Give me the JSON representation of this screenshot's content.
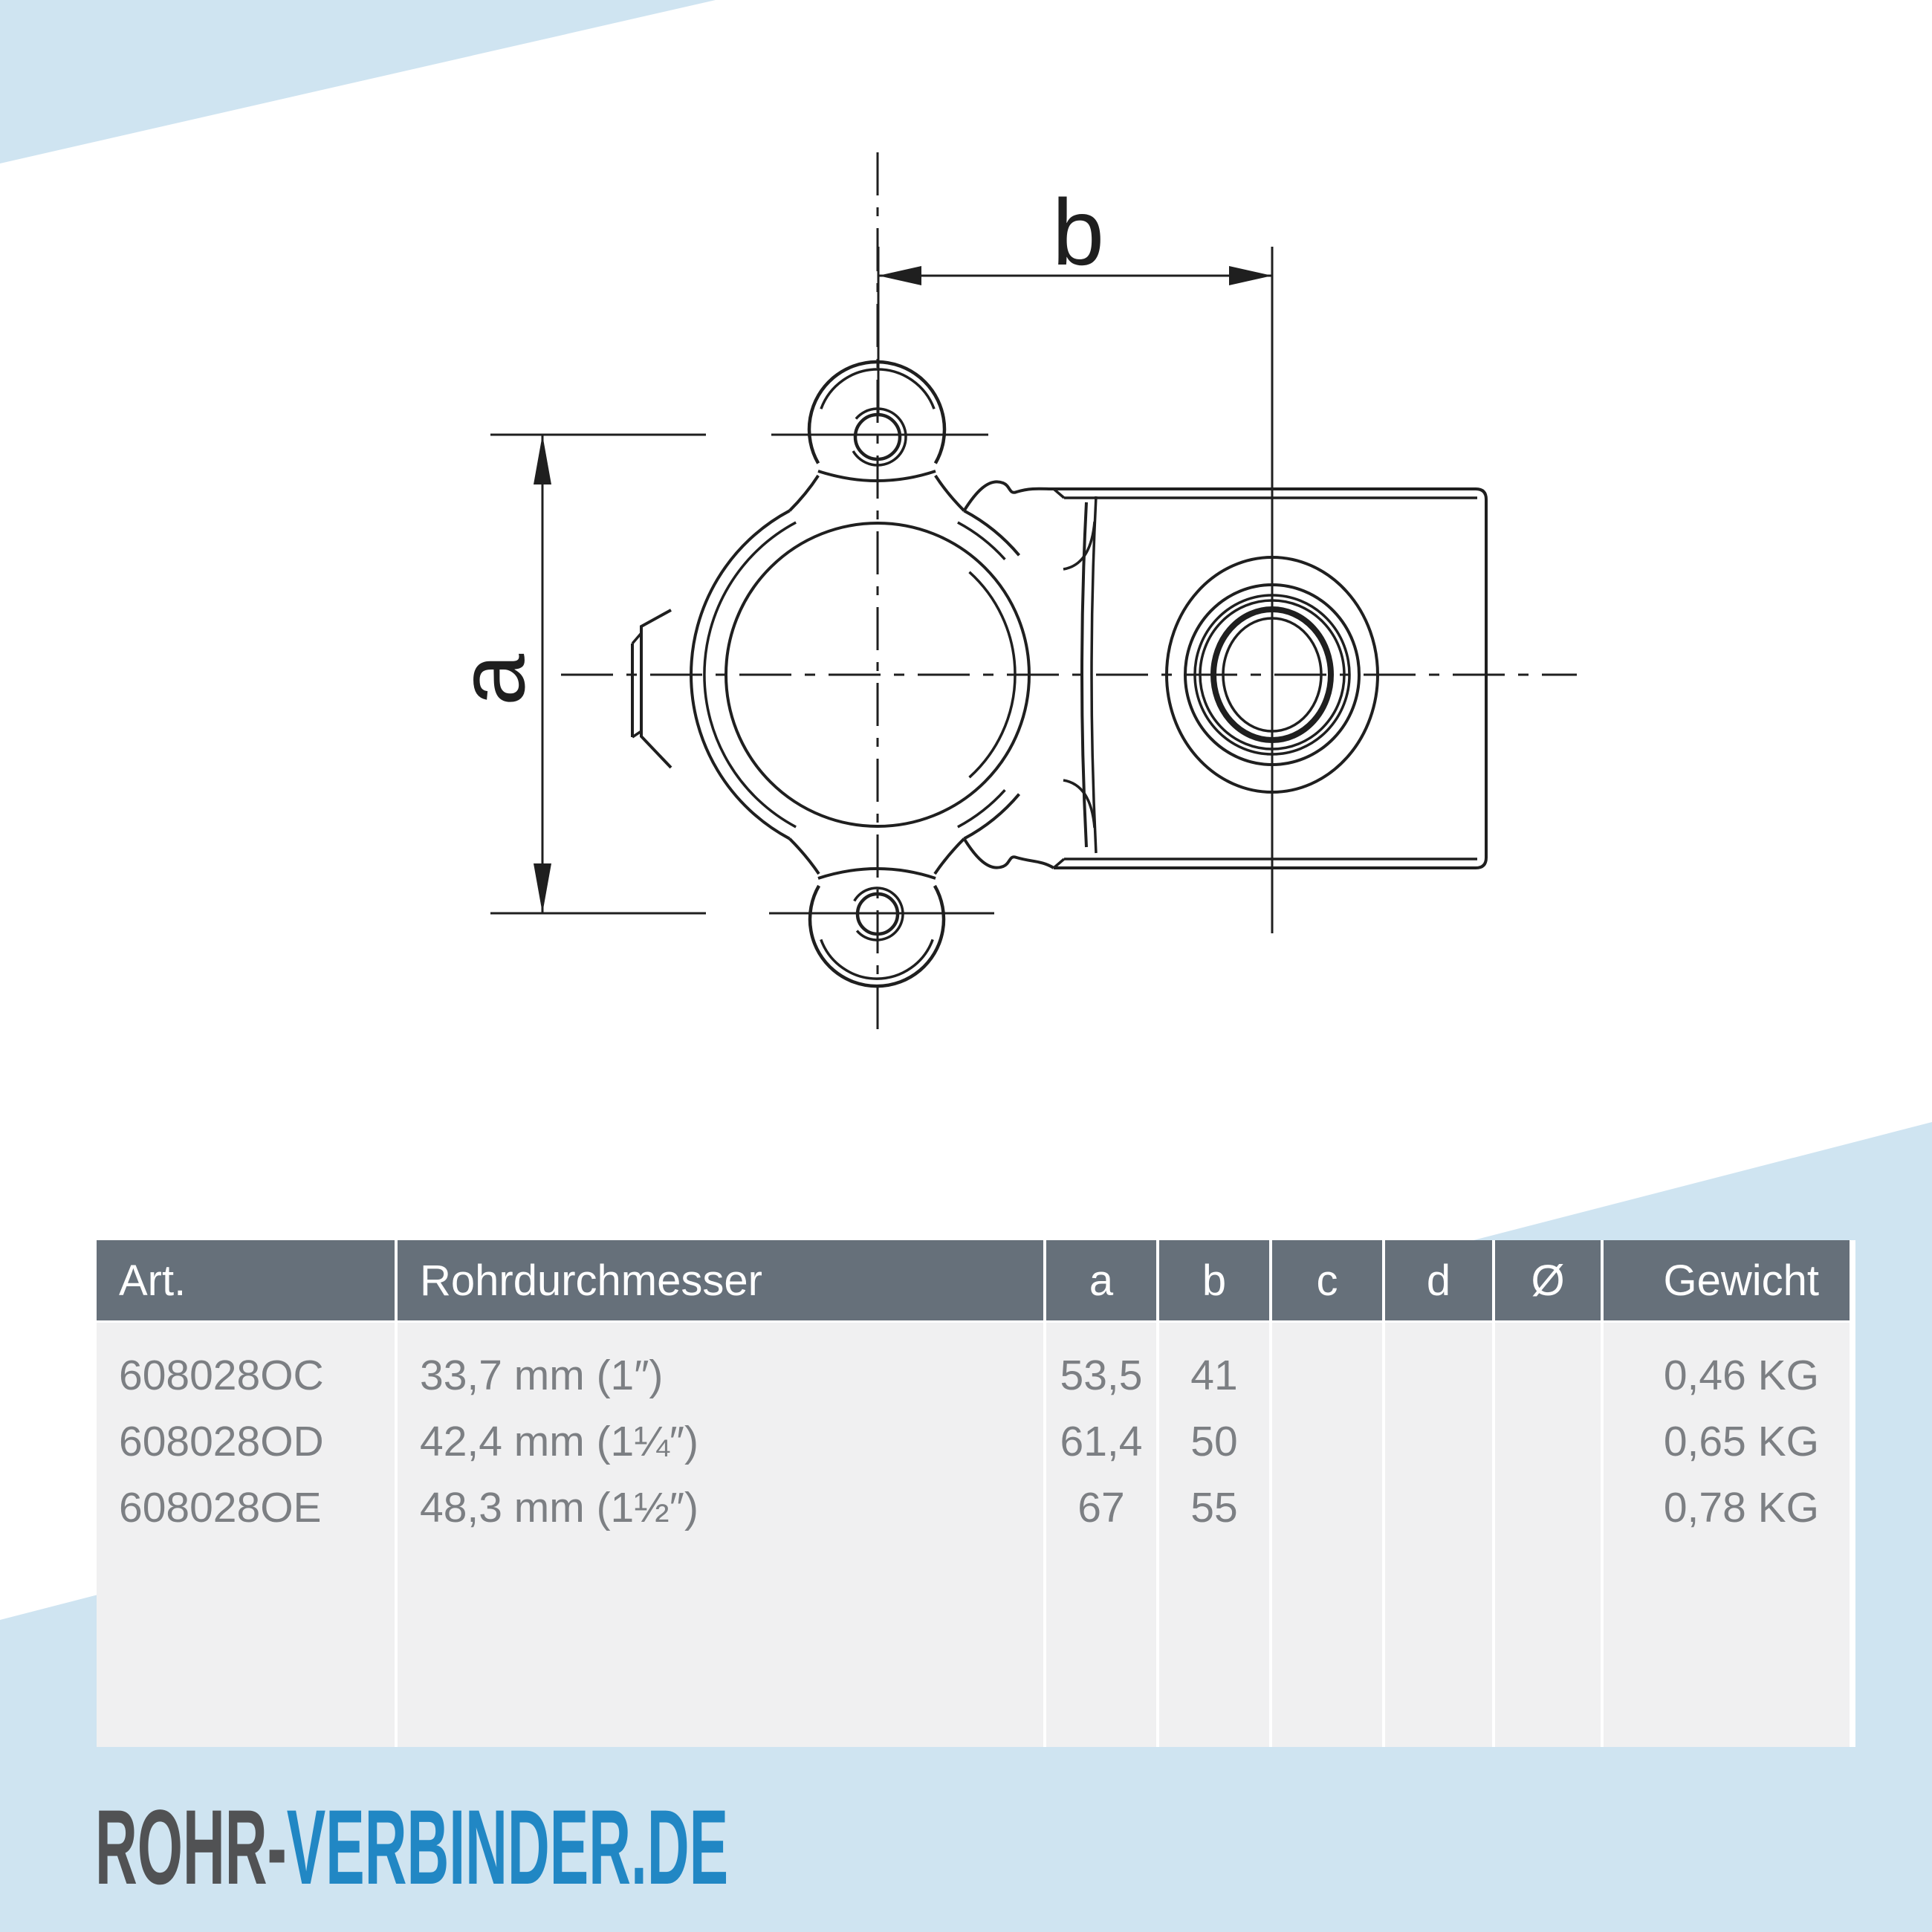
{
  "page": {
    "background": "#ffffff",
    "accent_band_color": "#cfe4f1"
  },
  "drawing": {
    "labels": {
      "a": "a",
      "b": "b"
    },
    "line_color": "#1f1f1f"
  },
  "table": {
    "header_bg": "#66707a",
    "header_text_color": "#ffffff",
    "body_bg": "#f0f0f1",
    "body_text_color": "#7c7f83",
    "columns": [
      "Art.",
      "Rohrdurchmesser",
      "a",
      "b",
      "c",
      "d",
      "Ø",
      "Gewicht"
    ],
    "rows": [
      {
        "art": "608028OC",
        "rohrdurchmesser": "33,7 mm (1″)",
        "a": "53,5",
        "b": "41",
        "c": "",
        "d": "",
        "o": "",
        "gewicht": "0,46 KG"
      },
      {
        "art": "608028OD",
        "rohrdurchmesser": "42,4 mm (1¼″)",
        "a": "61,4",
        "b": "50",
        "c": "",
        "d": "",
        "o": "",
        "gewicht": "0,65 KG"
      },
      {
        "art": "608028OE",
        "rohrdurchmesser": "48,3 mm (1½″)",
        "a": "67",
        "b": "55",
        "c": "",
        "d": "",
        "o": "",
        "gewicht": "0,78 KG"
      }
    ]
  },
  "logo": {
    "prefix": "ROHR-",
    "suffix": "VERBINDER.DE",
    "prefix_color": "#515254",
    "suffix_color": "#2187c4"
  }
}
